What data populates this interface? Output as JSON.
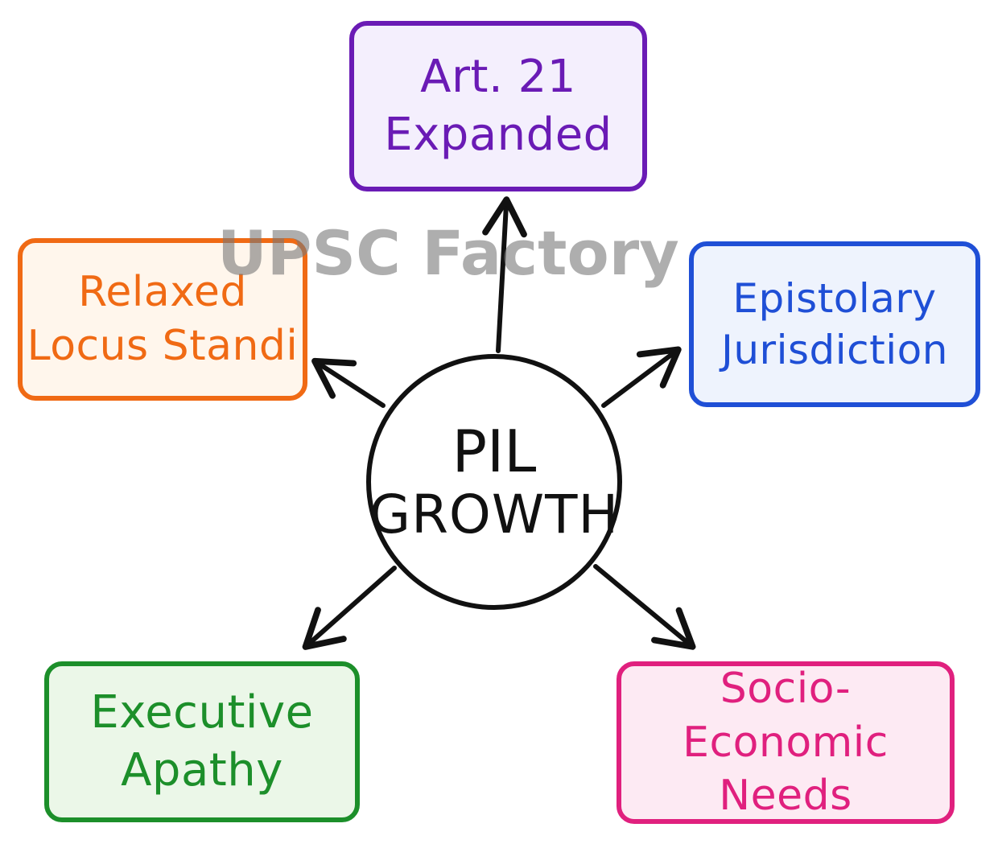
{
  "center": {
    "line1": "PIL",
    "line2": "GROWTH"
  },
  "nodes": {
    "top": {
      "label": "Art. 21\nExpanded",
      "color": "#6a1bb5",
      "fill": "#f4effd"
    },
    "left": {
      "label": "Relaxed\nLocus Standi",
      "color": "#f06a14",
      "fill": "#fff6ec"
    },
    "right": {
      "label": "Epistolary\nJurisdiction",
      "color": "#1f4fd6",
      "fill": "#eef3fd"
    },
    "bottom_left": {
      "label": "Executive\nApathy",
      "color": "#1c8f2a",
      "fill": "#ebf7e8"
    },
    "bottom_right": {
      "label": "Socio-Economic\nNeeds",
      "color": "#e0207e",
      "fill": "#fdeaf3"
    }
  },
  "watermark": "UPSC Factory",
  "arrow_color": "#111111"
}
